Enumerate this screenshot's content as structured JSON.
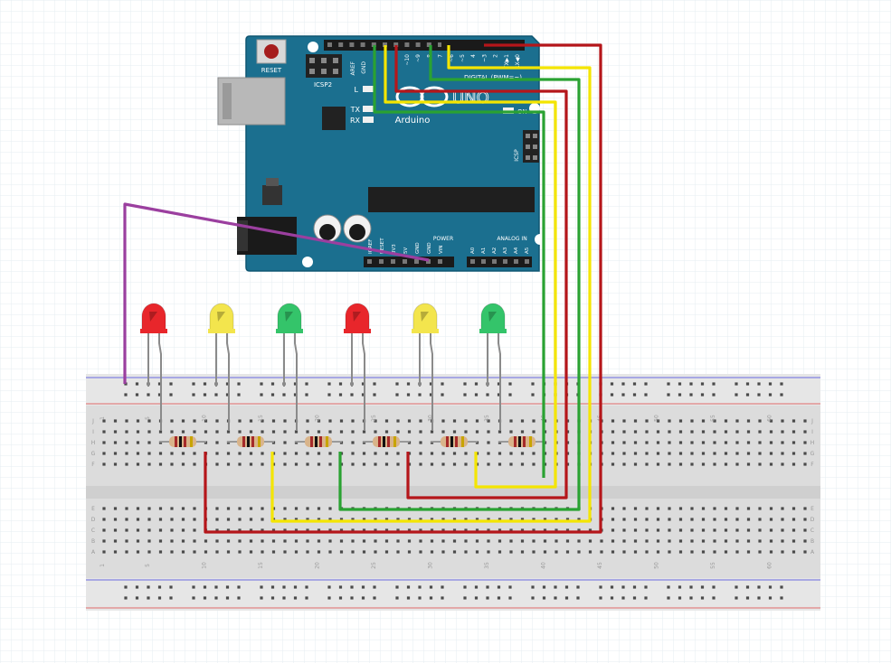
{
  "colors": {
    "background": "#ffffff",
    "grid": "#e6ecf2",
    "board": "#1b6f8f",
    "board_edge": "#0f5672",
    "wire_red": "#b5161a",
    "wire_yellow": "#f4e500",
    "wire_green": "#2aa232",
    "wire_purple": "#9b3f9f",
    "breadboard": "#dcdcdc",
    "rail_red": "#e06a6a",
    "rail_blue": "#6a6ae0"
  },
  "arduino": {
    "reset_label": "RESET",
    "icsp2_label": "ICSP2",
    "icsp_label": "ICSP",
    "aref_label": "AREF",
    "gnd_label": "GND",
    "digital_label": "DIGITAL (PWM=~)",
    "logo_label": "UNO",
    "brand_label": "Arduino",
    "led_l": "L",
    "led_tx": "TX",
    "led_rx": "RX",
    "on_label": "ON",
    "power_label": "POWER",
    "analog_label": "ANALOG IN",
    "power_pins": [
      "IOREF",
      "RESET",
      "3V3",
      "5V",
      "GND",
      "GND",
      "VIN"
    ],
    "analog_pins": [
      "A0",
      "A1",
      "A2",
      "A3",
      "A4",
      "A5"
    ],
    "digital_pins": [
      "~10",
      "~9",
      "8",
      "7",
      "~6",
      "~5",
      "4",
      "~3",
      "2",
      "TX▶1",
      "RX◀0"
    ]
  },
  "leds": [
    {
      "color": "red",
      "fill": "#e8262b"
    },
    {
      "color": "yellow",
      "fill": "#f3e54d"
    },
    {
      "color": "green",
      "fill": "#34c46a"
    },
    {
      "color": "red",
      "fill": "#e8262b"
    },
    {
      "color": "yellow",
      "fill": "#f3e54d"
    },
    {
      "color": "green",
      "fill": "#34c46a"
    }
  ],
  "breadboard": {
    "column_numbers": [
      "1",
      "5",
      "10",
      "15",
      "20",
      "25",
      "30",
      "35",
      "40",
      "45",
      "50",
      "55",
      "60"
    ],
    "row_letters_top": [
      "J",
      "I",
      "H",
      "G",
      "F"
    ],
    "row_letters_bottom": [
      "E",
      "D",
      "C",
      "B",
      "A"
    ]
  }
}
